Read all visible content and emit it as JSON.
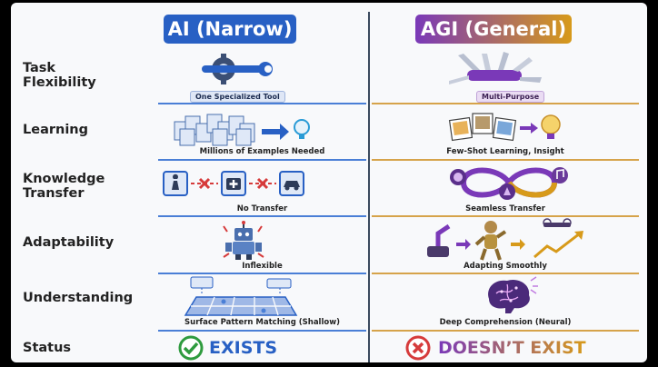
{
  "headers": {
    "ai": "AI (Narrow)",
    "agi": "AGI (General)"
  },
  "rows": [
    {
      "label": "Task\nFlexibility",
      "ai_caption": "One Specialized Tool",
      "agi_caption": "Multi-Purpose"
    },
    {
      "label": "Learning",
      "ai_caption": "Millions of Examples Needed",
      "agi_caption": "Few-Shot Learning, Insight"
    },
    {
      "label": "Knowledge\nTransfer",
      "ai_caption": "No Transfer",
      "agi_caption": "Seamless Transfer"
    },
    {
      "label": "Adaptability",
      "ai_caption": "Inflexible",
      "agi_caption": "Adapting Smoothly"
    },
    {
      "label": "Understanding",
      "ai_caption": "Surface Pattern Matching (Shallow)",
      "agi_caption": "Deep Comprehension (Neural)"
    }
  ],
  "status": {
    "label": "Status",
    "ai": "EXISTS",
    "agi": "DOESN’T EXIST"
  },
  "colors": {
    "ai_blue": "#2860c4",
    "agi_purple": "#7a39b8",
    "agi_gold": "#d79a1a",
    "exists_green": "#2e9b3e",
    "not_red": "#d63b3b"
  },
  "icons": {
    "task_ai": "wrench-gear-icon",
    "task_agi": "multitool-icon",
    "learning_ai": "document-pile-icon",
    "learning_agi": "photos-lightbulb-icon",
    "transfer_ai": "blocked-transfer-icon",
    "transfer_agi": "infinity-loop-icon",
    "adapt_ai": "broken-robot-icon",
    "adapt_agi": "adapting-robot-icon",
    "understand_ai": "puzzle-icon",
    "understand_agi": "neural-brain-icon",
    "status_ai": "check-circle-icon",
    "status_agi": "x-circle-icon"
  }
}
